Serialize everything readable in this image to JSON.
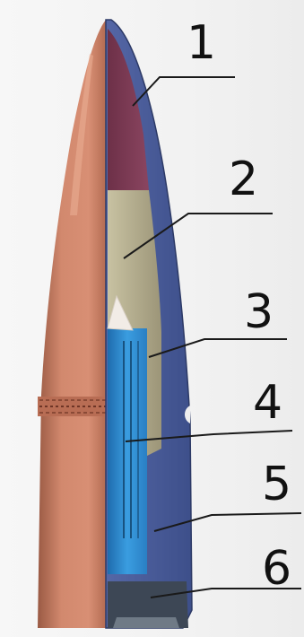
{
  "labels": [
    {
      "id": 1,
      "text": "1",
      "part": "tip"
    },
    {
      "id": 2,
      "text": "2",
      "part": "lead"
    },
    {
      "id": 3,
      "text": "3",
      "part": "jacket"
    },
    {
      "id": 4,
      "text": "4",
      "part": "core"
    },
    {
      "id": 5,
      "text": "5",
      "part": "jacket-base"
    },
    {
      "id": 6,
      "text": "6",
      "part": "base"
    }
  ],
  "colors": {
    "copper": "#c87c62",
    "copper_dark": "#8d4b36",
    "tip_fill": "#7b3a52",
    "lead_fill": "#a8a083",
    "jacket_fill": "#4a5e98",
    "core_fill": "#2f85c8",
    "base_fill": "#3d4755",
    "leader_line": "#1a1a1a"
  }
}
